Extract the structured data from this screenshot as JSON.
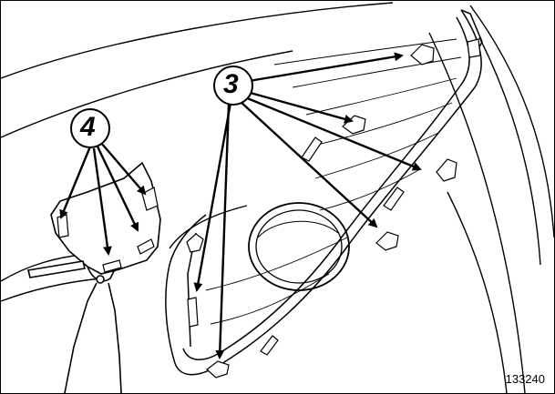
{
  "figure": {
    "id_label": "133240",
    "callouts": [
      {
        "key": "grille-clips",
        "number": "3"
      },
      {
        "key": "bracket-clips",
        "number": "4"
      }
    ]
  },
  "colors": {
    "line": "#000000",
    "background": "#ffffff"
  }
}
